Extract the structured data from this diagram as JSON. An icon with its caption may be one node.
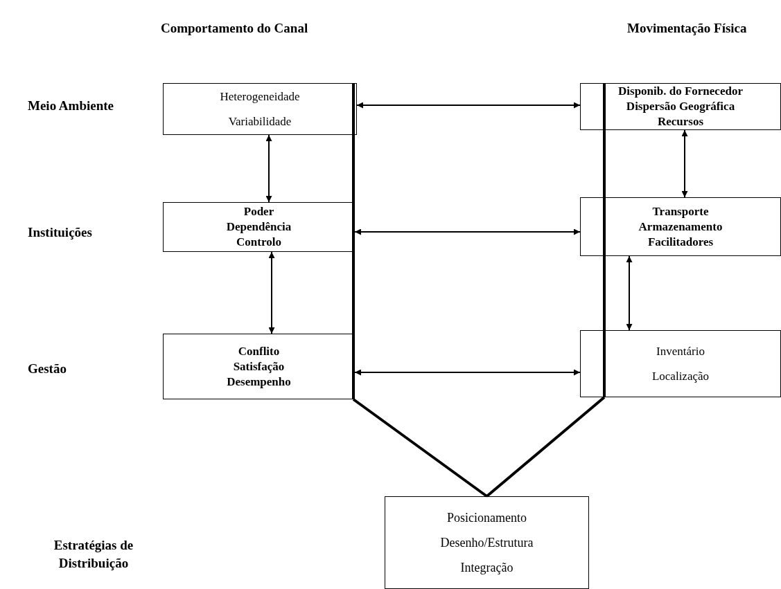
{
  "diagram": {
    "nodes": [
      {
        "text": [
          "Heterogeneidade",
          "Variabilidade"
        ]
      },
      {
        "text": [
          "Disponib. do Fornecedor",
          "Dispersão Geográfica",
          "Recursos"
        ]
      },
      {
        "text": [
          "Poder",
          "Dependência",
          "Controlo"
        ]
      },
      {
        "text": [
          "Transporte",
          "Armazenamento",
          "Facilitadores"
        ]
      },
      {
        "text": [
          "Conflito",
          "Satisfação",
          "Desempenho"
        ]
      },
      {
        "text": [
          "Inventário",
          "Localização"
        ]
      },
      {
        "text": [
          "Posicionamento",
          "Desenho/Estrutura",
          "Integração"
        ]
      }
    ],
    "edges": [
      {
        "from": 0,
        "to": 1,
        "arrow": "both"
      },
      {
        "from": 0,
        "to": 2,
        "arrow": "both"
      },
      {
        "from": 1,
        "to": 3,
        "arrow": "both"
      },
      {
        "from": 2,
        "to": 3,
        "arrow": "both"
      },
      {
        "from": 2,
        "to": 4,
        "arrow": "both"
      },
      {
        "from": 3,
        "to": 5,
        "arrow": "both"
      },
      {
        "from": 4,
        "to": 5,
        "arrow": "both"
      },
      {
        "from": 4,
        "to": 6,
        "arrow": "none",
        "style": "thick"
      },
      {
        "from": 5,
        "to": 6,
        "arrow": "none",
        "style": "thick"
      }
    ],
    "labels": [
      "Comportamento do Canal",
      "Movimentação Física",
      "Meio Ambiente",
      "Instituições",
      "Gestão",
      "Estratégias de Distribuição"
    ]
  }
}
